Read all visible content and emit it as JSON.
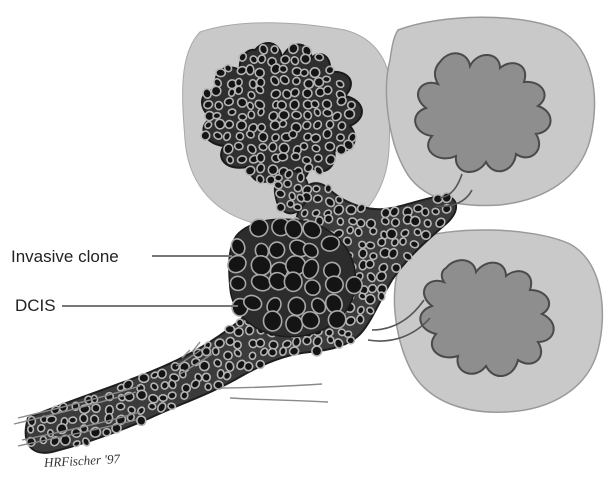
{
  "labels": {
    "invasive_clone": "Invasive clone",
    "dcis": "DCIS"
  },
  "signature": "HRFischer '97",
  "colors": {
    "lobule_pale_background": "#c8c8c8",
    "lobule_inner_tissue": "#8d8d8d",
    "lobule_inner_outline": "#4a4a4a",
    "duct_fill": "#3a3a3a",
    "cell_fill": "#141414",
    "cell_ring": "#b5b5b5",
    "invasive_cell_ring": "#a8a8a8",
    "leader_line": "#777777",
    "text": "#222222"
  }
}
